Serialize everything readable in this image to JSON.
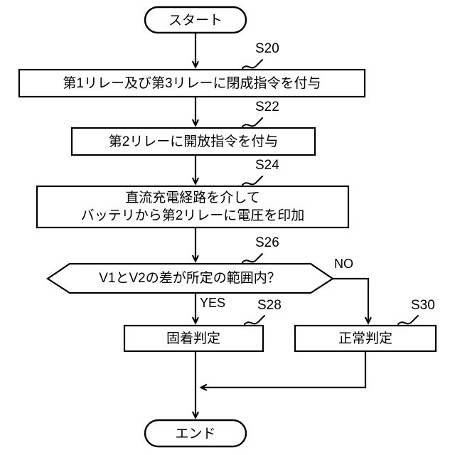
{
  "diagram": {
    "title": "",
    "type": "flowchart",
    "language": "ja",
    "colors": {
      "background": "#ffffff",
      "stroke": "#000000",
      "fill": "#ffffff"
    },
    "nodes": {
      "start": {
        "shape": "terminator",
        "label": "スタート"
      },
      "s20": {
        "shape": "process",
        "step": "S20",
        "label": "第1リレー及び第3リレーに閉成指令を付与"
      },
      "s22": {
        "shape": "process",
        "step": "S22",
        "label": "第2リレーに開放指令を付与"
      },
      "s24": {
        "shape": "process",
        "step": "S24",
        "label_line1": "直流充電経路を介して",
        "label_line2": "バッテリから第2リレーに電圧を印加"
      },
      "s26": {
        "shape": "decision",
        "step": "S26",
        "label": "V1とV2の差が所定の範囲内？"
      },
      "s28": {
        "shape": "process",
        "step": "S28",
        "label": "固着判定"
      },
      "s30": {
        "shape": "process",
        "step": "S30",
        "label": "正常判定"
      },
      "end": {
        "shape": "terminator",
        "label": "エンド"
      }
    },
    "branches": {
      "yes": "YES",
      "no": "NO"
    }
  }
}
